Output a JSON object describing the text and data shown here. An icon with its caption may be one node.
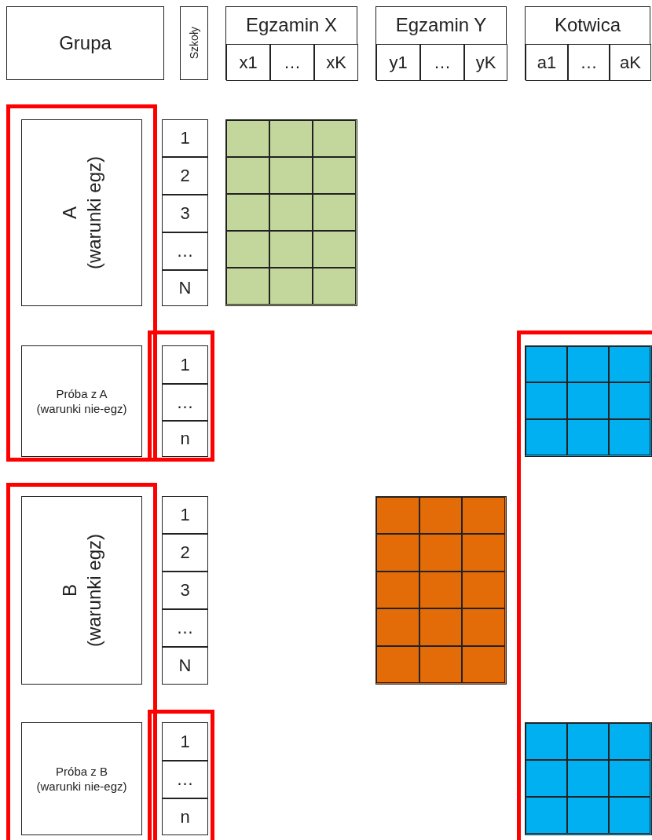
{
  "diagram": {
    "nodes": [
      {
        "text": [
          "Grupa"
        ]
      },
      {
        "text": [
          "Szkoły"
        ]
      },
      {
        "text": [
          "Egzamin X"
        ]
      },
      {
        "text": [
          "x1"
        ],
        "in": 2
      },
      {
        "text": [
          "…"
        ],
        "in": 2
      },
      {
        "text": [
          "xK"
        ],
        "in": 2
      },
      {
        "text": [
          "Egzamin Y"
        ]
      },
      {
        "text": [
          "y1"
        ],
        "in": 6
      },
      {
        "text": [
          "…"
        ],
        "in": 6
      },
      {
        "text": [
          "yK"
        ],
        "in": 6
      },
      {
        "text": [
          "Kotwica"
        ]
      },
      {
        "text": [
          "a1"
        ],
        "in": 10
      },
      {
        "text": [
          "…"
        ],
        "in": 10
      },
      {
        "text": [
          "aK"
        ],
        "in": 10
      },
      {
        "text": [
          "A",
          "(warunki egz)"
        ]
      },
      {
        "text": [
          "1"
        ]
      },
      {
        "text": [
          "2"
        ]
      },
      {
        "text": [
          "3"
        ]
      },
      {
        "text": [
          "…"
        ]
      },
      {
        "text": [
          "N"
        ]
      },
      {
        "text": [],
        "shape": "box"
      },
      {
        "text": [
          "Próba z A",
          "(warunki nie-egz)"
        ]
      },
      {
        "text": [
          "1"
        ]
      },
      {
        "text": [
          "…"
        ]
      },
      {
        "text": [
          "n"
        ]
      },
      {
        "text": [],
        "shape": "box"
      },
      {
        "text": [
          "B",
          "(warunki egz)"
        ]
      },
      {
        "text": [
          "1"
        ]
      },
      {
        "text": [
          "2"
        ]
      },
      {
        "text": [
          "3"
        ]
      },
      {
        "text": [
          "…"
        ]
      },
      {
        "text": [
          "N"
        ]
      },
      {
        "text": [],
        "shape": "box"
      },
      {
        "text": [
          "Próba z B",
          "(warunki nie-egz)"
        ]
      },
      {
        "text": [
          "1"
        ]
      },
      {
        "text": [
          "…"
        ]
      },
      {
        "text": [
          "n"
        ]
      },
      {
        "text": [],
        "shape": "box"
      }
    ]
  }
}
